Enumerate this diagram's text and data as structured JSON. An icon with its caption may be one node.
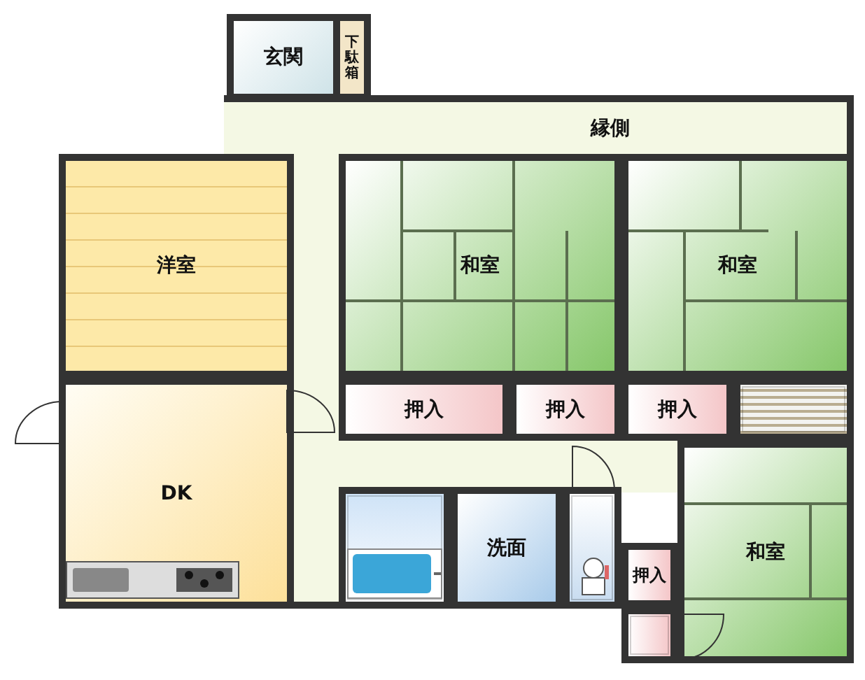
{
  "diagram": {
    "nodes": [
      {
        "text": [
          "玄関"
        ]
      },
      {
        "text": [
          "下駄箱"
        ]
      },
      {
        "text": [
          "縁側"
        ]
      },
      {
        "text": [
          "洋室"
        ]
      },
      {
        "text": [
          "和室"
        ]
      },
      {
        "text": [
          "和室"
        ]
      },
      {
        "text": [
          "押入"
        ]
      },
      {
        "text": [
          "押入"
        ]
      },
      {
        "text": [
          "押入"
        ]
      },
      {
        "text": [],
        "shape": "box"
      },
      {
        "text": [
          "DK"
        ]
      },
      {
        "text": [],
        "shape": "box"
      },
      {
        "text": [
          "洗面"
        ]
      },
      {
        "text": [],
        "shape": "box"
      },
      {
        "text": [
          "和室"
        ]
      },
      {
        "text": [
          "押入"
        ]
      },
      {
        "text": [],
        "shape": "box"
      }
    ]
  }
}
